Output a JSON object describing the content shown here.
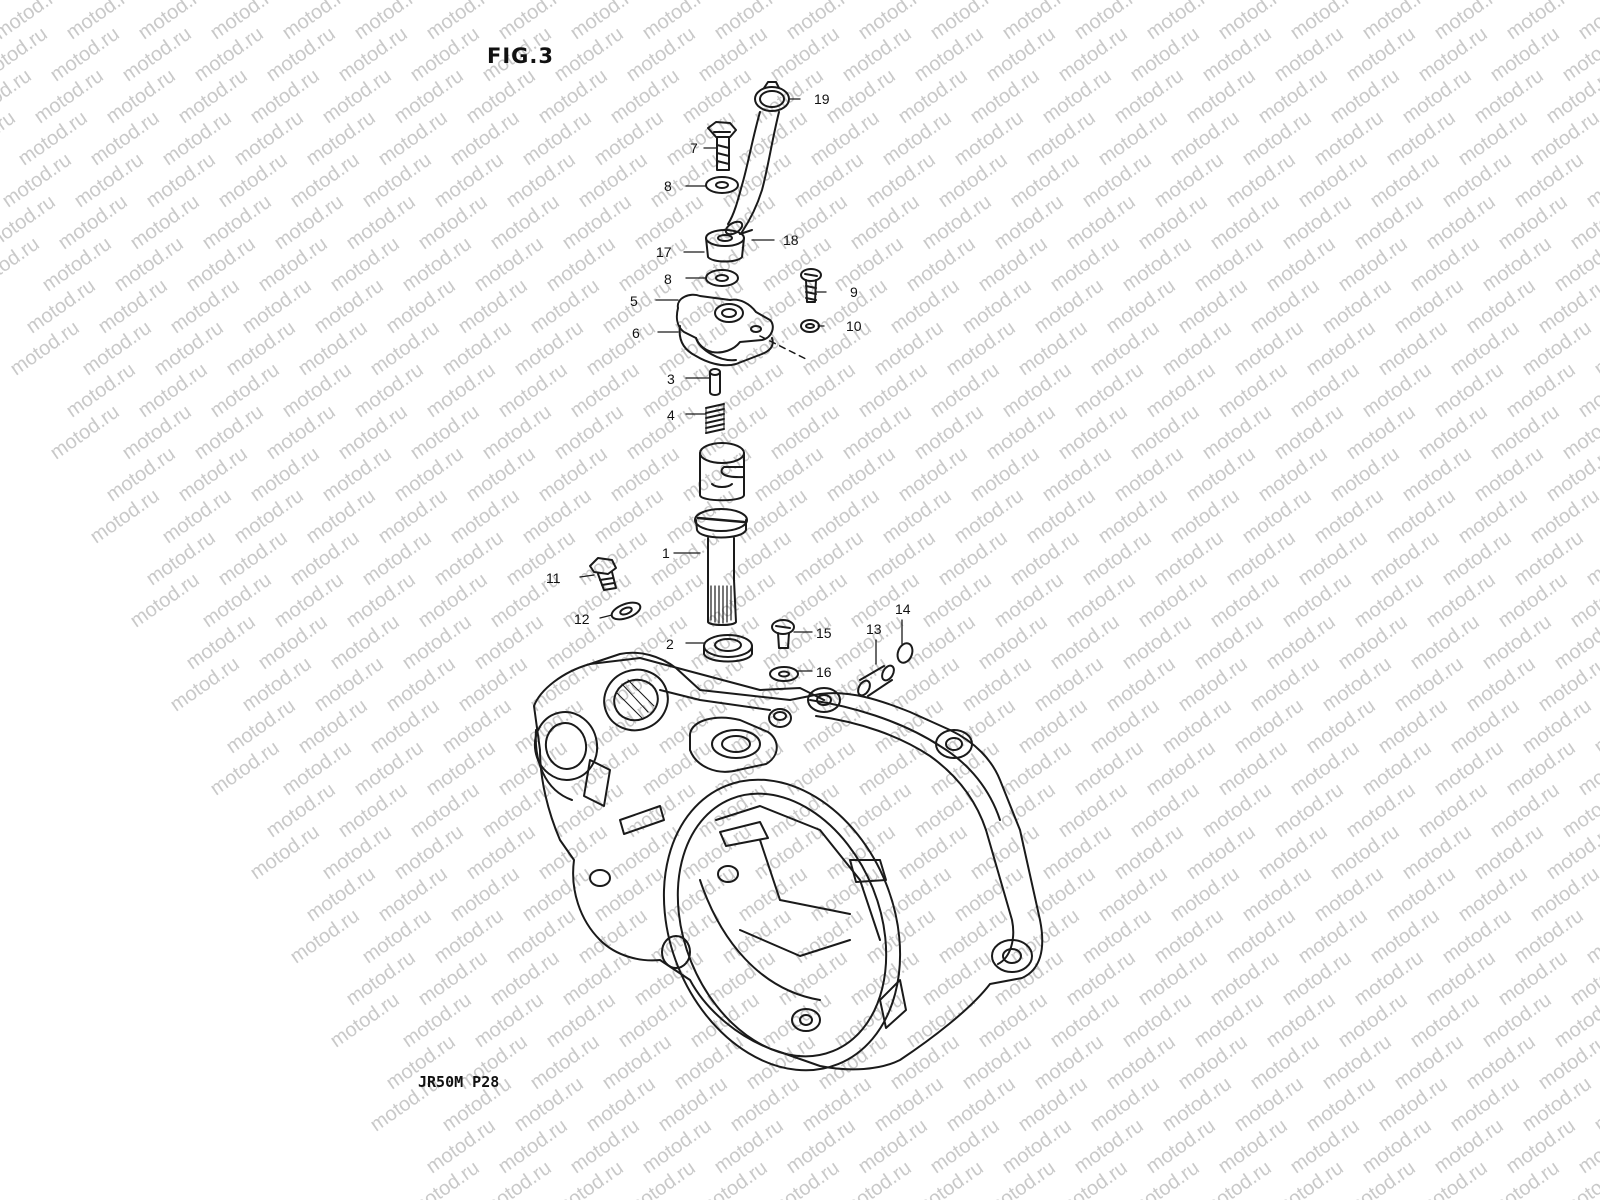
{
  "figure": {
    "title": "FIG.3",
    "code": "JR50M P28"
  },
  "watermark": {
    "text": "motod.ru",
    "color": "#c9c9c9"
  },
  "callouts": [
    "1",
    "2",
    "3",
    "4",
    "5",
    "6",
    "7",
    "8",
    "8",
    "9",
    "10",
    "11",
    "12",
    "13",
    "14",
    "15",
    "16",
    "17",
    "18",
    "19"
  ],
  "colors": {
    "line": "#1a1a1a",
    "background": "#ffffff"
  }
}
